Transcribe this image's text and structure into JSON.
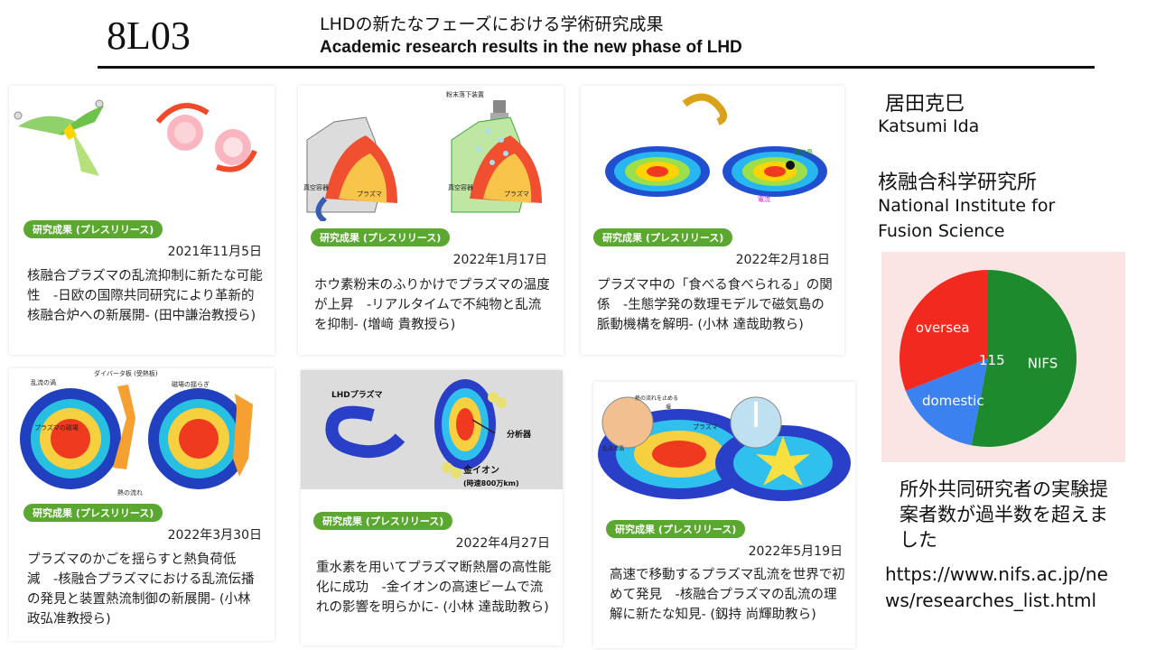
{
  "header": {
    "slide_id": "8L03",
    "title_jp": "LHDの新たなフェーズにおける学術研究成果",
    "title_en": "Academic research results in the new phase of LHD"
  },
  "cards": [
    {
      "badge": "研究成果 (プレスリリース)",
      "date": "2021年11月5日",
      "title": "核融合プラズマの乱流抑制に新たな可能性　-日欧の国際共同研究により革新的核融合炉への新展開- (田中謙治教授ら)"
    },
    {
      "badge": "研究成果 (プレスリリース)",
      "date": "2022年1月17日",
      "title": "ホウ素粉末のふりかけでプラズマの温度が上昇　-リアルタイムで不純物と乱流を抑制- (増﨑 貴教授ら)",
      "labels": {
        "powder": "粉末落下装置",
        "vessel_left": "真空容器",
        "plasma_left": "プラズマ",
        "vessel_right": "真空容器",
        "plasma_right": "プラズマ"
      }
    },
    {
      "badge": "研究成果 (プレスリリース)",
      "date": "2022年2月18日",
      "title": "プラズマ中の「食べる食べられる」の関係　-生態学発の数理モデルで磁気島の脈動機構を解明- (小林 達哉助教ら)",
      "labels": {
        "island": "磁気島",
        "flow": "電流"
      }
    },
    {
      "badge": "研究成果 (プレスリリース)",
      "date": "2022年3月30日",
      "title": "プラズマのかごを揺らすと熱負荷低減　-核融合プラズマにおける乱流伝播の発見と装置熱流制御の新展開- (小林 政弘准教授ら)",
      "labels": {
        "vortex": "乱流の渦",
        "divertor": "ダイバータ板 (受熱板)",
        "field_swing": "磁場の揺らぎ",
        "plasma_field": "プラズマの磁場",
        "heat_flow": "熱の流れ"
      }
    },
    {
      "badge": "研究成果 (プレスリリース)",
      "date": "2022年4月27日",
      "title": "重水素を用いてプラズマ断熱層の高性能化に成功　-金イオンの高速ビームで流れの影響を明らかに- (小林 達哉助教ら)",
      "labels": {
        "lhd_plasma": "LHDプラズマ",
        "analyzer": "分析器",
        "gold_ion": "金イオン",
        "speed": "(時速800万km)"
      }
    },
    {
      "badge": "研究成果 (プレスリリース)",
      "date": "2022年5月19日",
      "title": "高速で移動するプラズマ乱流を世界で初めて発見　-核融合プラズマの乱流の理解に新たな知見- (釼持 尚輝助教ら)",
      "labels": {
        "heat_stop": "熱の流れを止める",
        "wall": "堰",
        "plasma": "プラズマ",
        "vortex": "乱流の渦"
      }
    }
  ],
  "sidebar": {
    "author_jp": "居田克巳",
    "author_en": "Katsumi Ida",
    "inst_jp": "核融合科学研究所",
    "inst_en": "National Institute for Fusion Science",
    "caption": "所外共同研究者の実験提案者数が過半数を超えました",
    "url": "https://www.nifs.ac.jp/news/researches_list.html"
  },
  "chart_data": {
    "type": "pie",
    "total_label": "115",
    "slices": [
      {
        "name": "NIFS",
        "value": 53,
        "color": "#1e8a2e"
      },
      {
        "name": "domestic",
        "value": 16,
        "color": "#3b82f0"
      },
      {
        "name": "oversea",
        "value": 31,
        "color": "#f2291f"
      }
    ]
  }
}
